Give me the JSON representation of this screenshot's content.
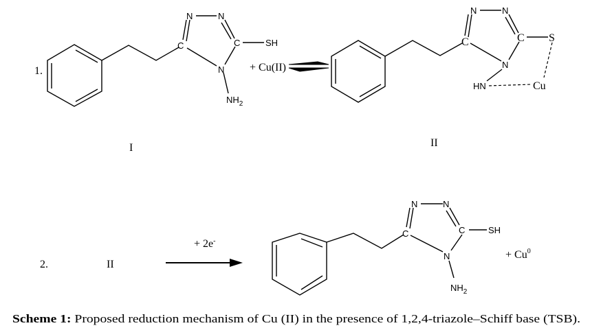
{
  "step1": {
    "number": "1.",
    "reactant_label": "I",
    "reagent": "+ Cu(II)",
    "product_label": "II",
    "atoms_I": {
      "n1": "N",
      "n2": "N",
      "c5": "C",
      "c3": "C",
      "sh": "SH",
      "n4": "N",
      "nh2": "NH",
      "nh2_sub": "2"
    },
    "atoms_II": {
      "n1": "N",
      "n2": "N",
      "c5": "C",
      "c3": "C",
      "s": "S",
      "n4": "N",
      "hn": "HN",
      "cu": "Cu"
    }
  },
  "step2": {
    "number": "2.",
    "reactant_label": "II",
    "reagent": "+ 2e",
    "reagent_sup": "-",
    "byproduct": "+ Cu",
    "byproduct_sup": "0",
    "atoms": {
      "n1": "N",
      "n2": "N",
      "c5": "C",
      "c3": "C",
      "sh": "SH",
      "n4": "N",
      "nh2": "NH",
      "nh2_sub": "2"
    }
  },
  "caption": {
    "bold": "Scheme 1:",
    "text": " Proposed reduction mechanism of Cu (II) in the presence of 1,2,4-triazole–Schiff base (TSB)."
  }
}
